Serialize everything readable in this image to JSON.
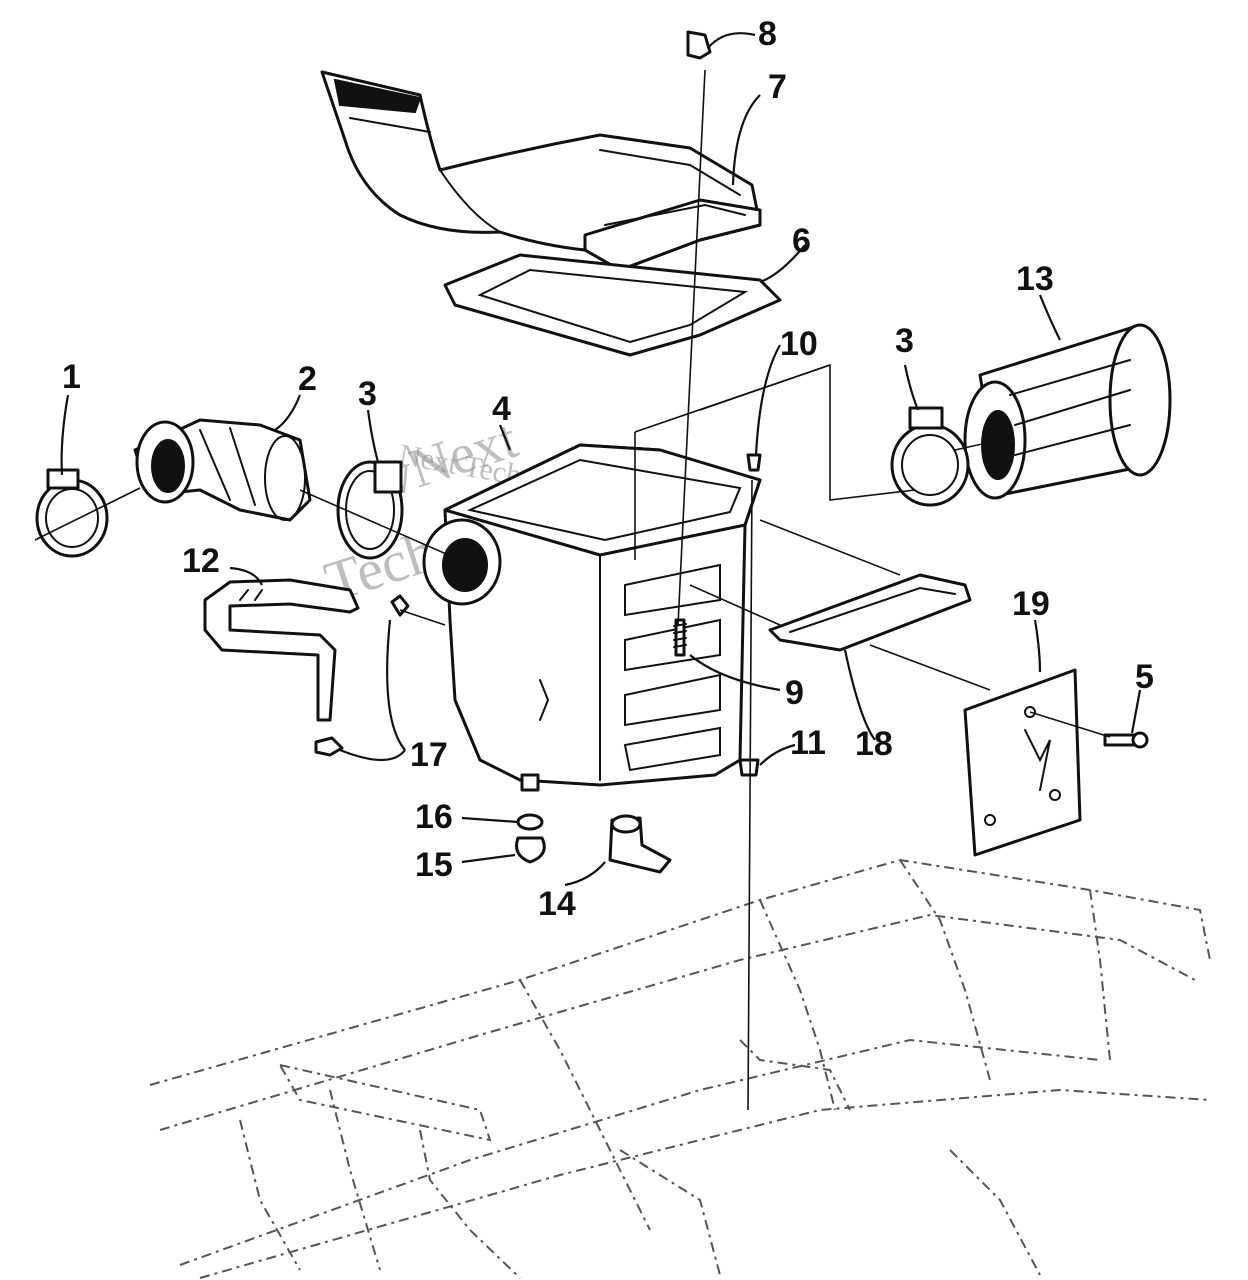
{
  "diagram": {
    "watermark": {
      "line1": "vNext",
      "line2": "Next Technologies",
      "line3": "Technologies"
    },
    "callouts": [
      {
        "id": "c1",
        "label": "1"
      },
      {
        "id": "c2",
        "label": "2"
      },
      {
        "id": "c3a",
        "label": "3"
      },
      {
        "id": "c3b",
        "label": "3"
      },
      {
        "id": "c4",
        "label": "4"
      },
      {
        "id": "c5",
        "label": "5"
      },
      {
        "id": "c6",
        "label": "6"
      },
      {
        "id": "c7",
        "label": "7"
      },
      {
        "id": "c8",
        "label": "8"
      },
      {
        "id": "c9",
        "label": "9"
      },
      {
        "id": "c10",
        "label": "10"
      },
      {
        "id": "c11",
        "label": "11"
      },
      {
        "id": "c12",
        "label": "12"
      },
      {
        "id": "c13",
        "label": "13"
      },
      {
        "id": "c14",
        "label": "14"
      },
      {
        "id": "c15",
        "label": "15"
      },
      {
        "id": "c16",
        "label": "16"
      },
      {
        "id": "c17",
        "label": "17"
      },
      {
        "id": "c18",
        "label": "18"
      },
      {
        "id": "c19",
        "label": "19"
      }
    ]
  }
}
